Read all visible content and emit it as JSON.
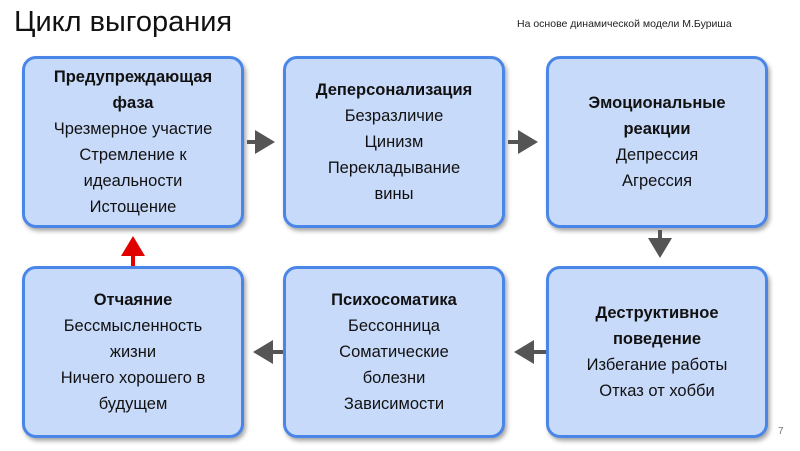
{
  "title": "Цикл выгорания",
  "subtitle": "На основе динамической модели М.Буриша",
  "page_number": "7",
  "colors": {
    "card_fill": "#c8dafa",
    "card_border": "#4a86e8",
    "arrow": "#555555",
    "highlight_arrow": "#e00000"
  },
  "stages": [
    {
      "title_lines": [
        "Предупреждающая",
        "фаза"
      ],
      "items": [
        "Чрезмерное участие",
        "Стремление к",
        "идеальности",
        "Истощение"
      ]
    },
    {
      "title_lines": [
        "Деперсонализация"
      ],
      "items": [
        "Безразличие",
        "Цинизм",
        "Перекладывание",
        "вины"
      ]
    },
    {
      "title_lines": [
        "Эмоциональные",
        "реакции"
      ],
      "items": [
        "Депрессия",
        "Агрессия"
      ]
    },
    {
      "title_lines": [
        "Отчаяние"
      ],
      "items": [
        "Бессмысленность",
        "жизни",
        "Ничего хорошего в",
        "будущем"
      ]
    },
    {
      "title_lines": [
        "Психосоматика"
      ],
      "items": [
        "Бессонница",
        "Соматические",
        "болезни",
        "Зависимости"
      ]
    },
    {
      "title_lines": [
        "Деструктивное",
        "поведение"
      ],
      "items": [
        "Избегание работы",
        "Отказ от хобби"
      ]
    }
  ]
}
